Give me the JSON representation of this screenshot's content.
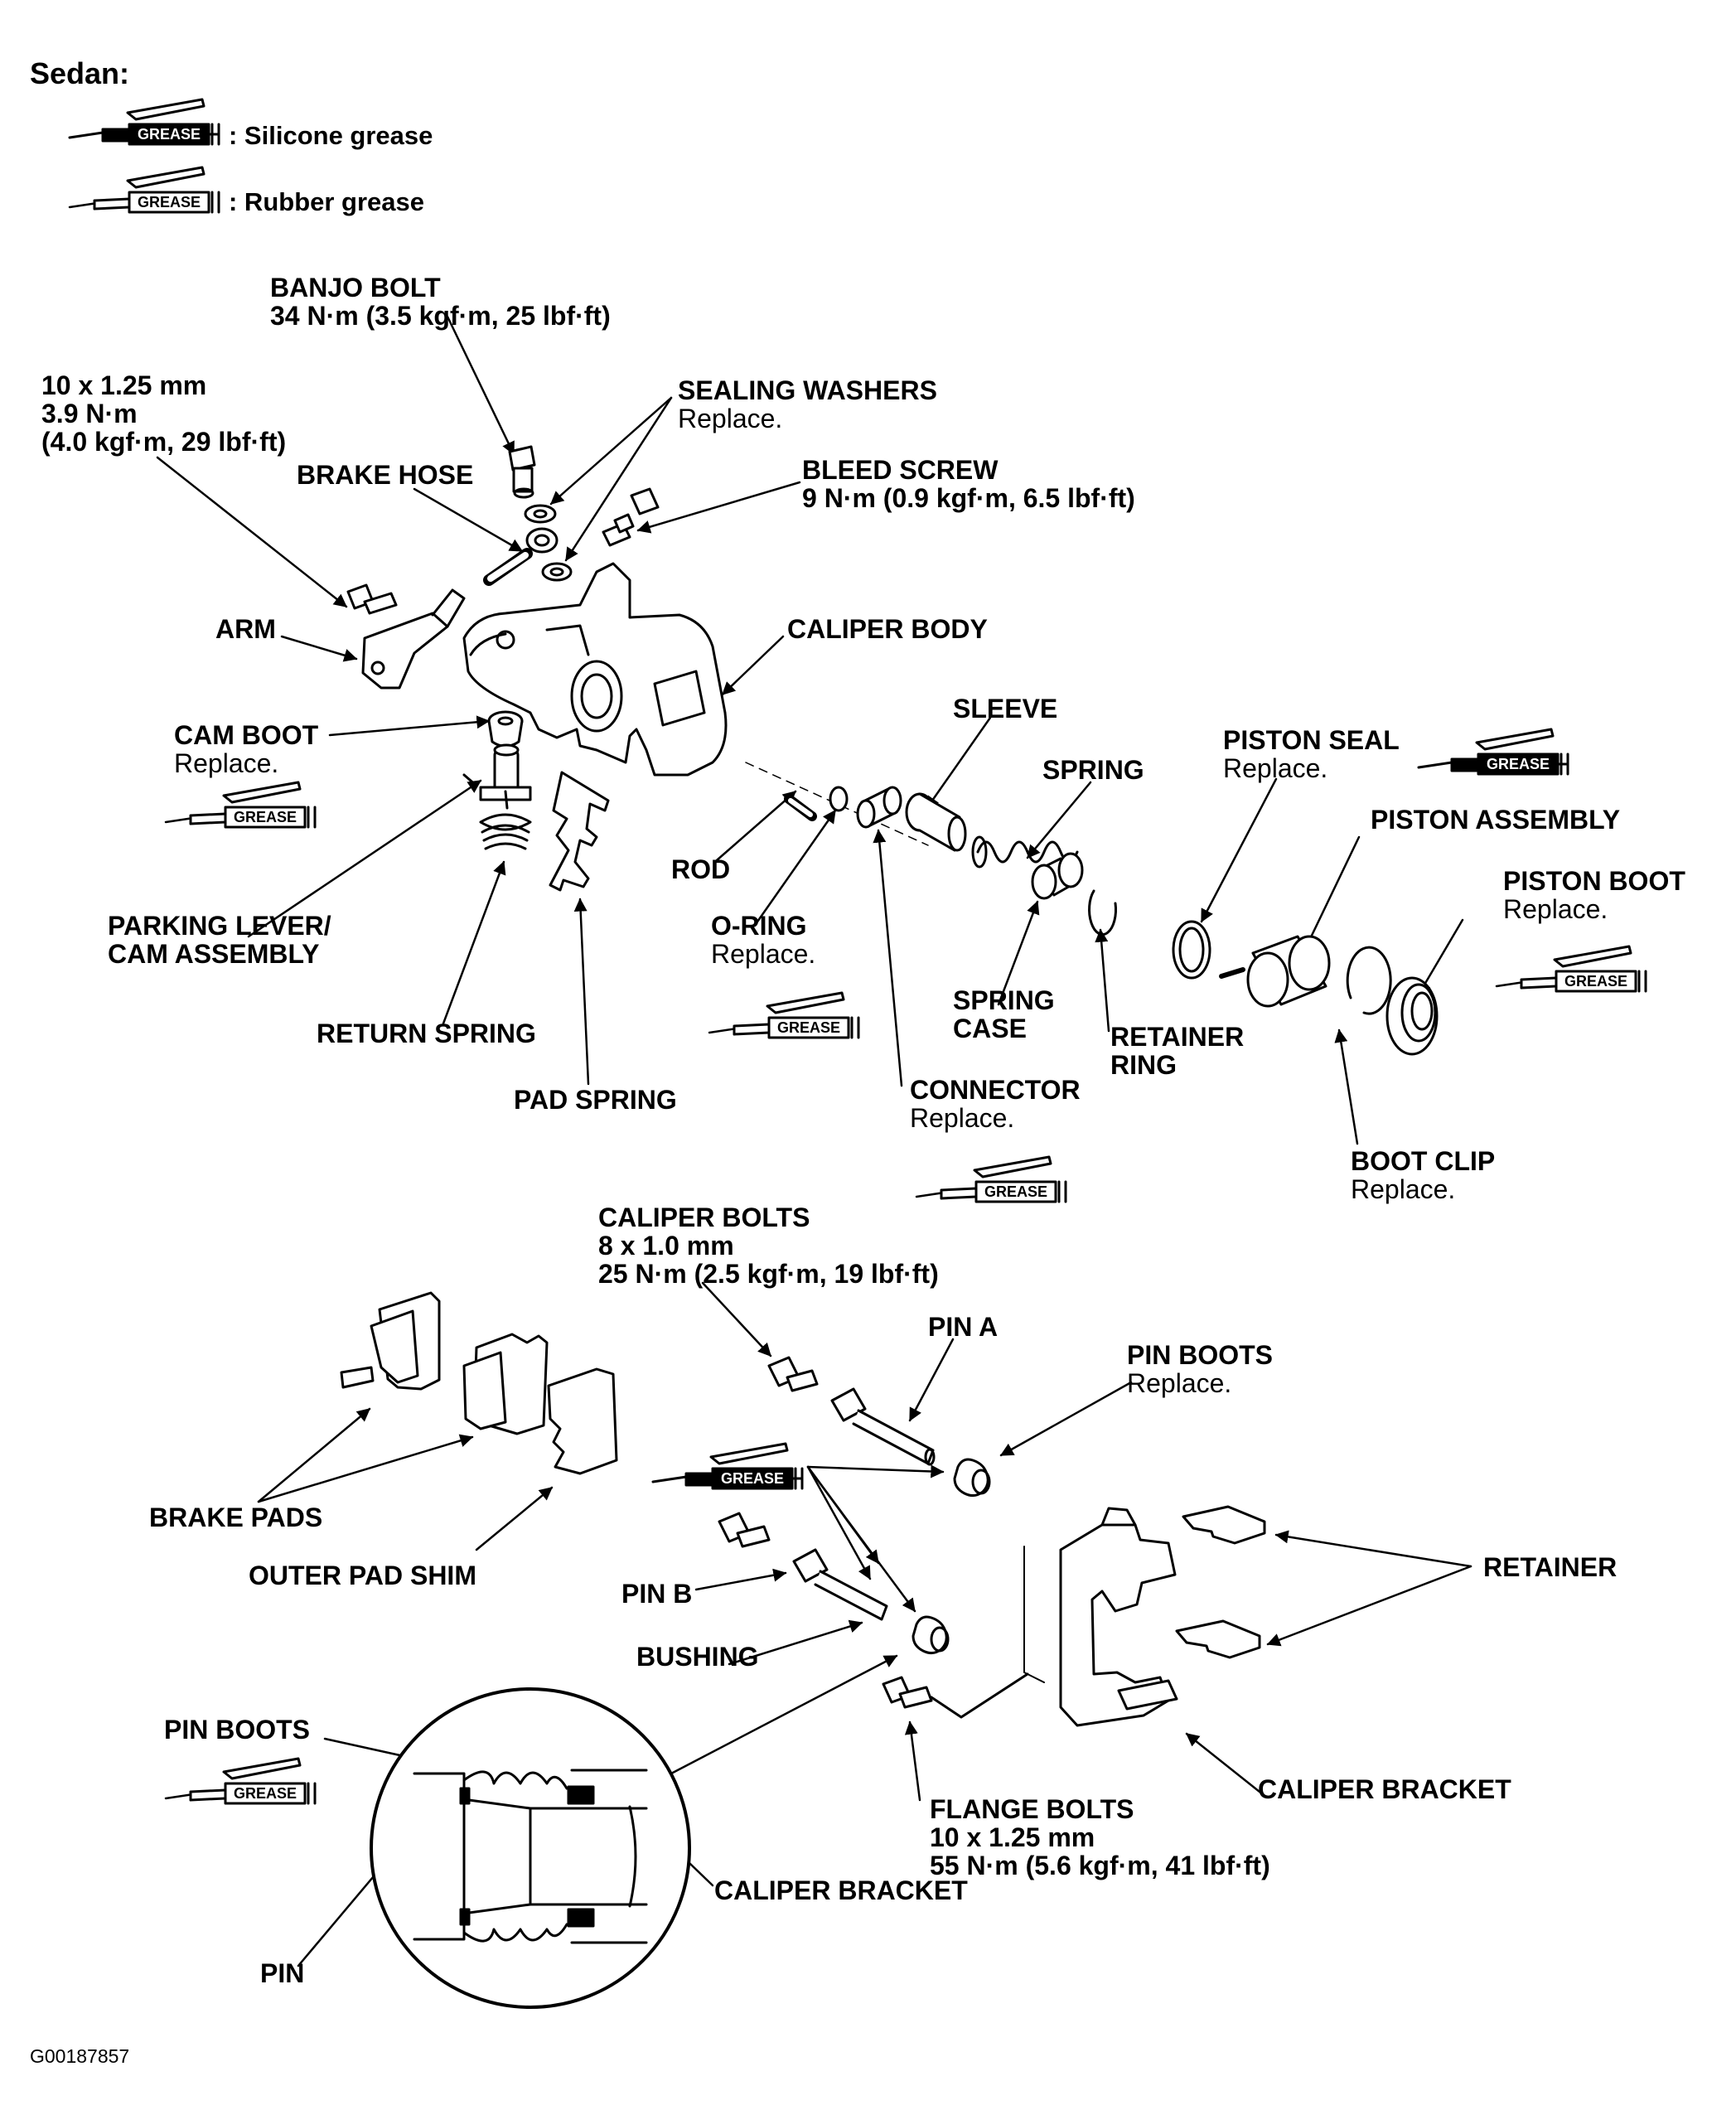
{
  "heading": "Sedan:",
  "legend": {
    "silicone": ": Silicone grease",
    "rubber": ": Rubber grease",
    "tag_text": "GREASE"
  },
  "labels": {
    "banjo_bolt": {
      "name": "BANJO BOLT",
      "spec": "34 N·m (3.5 kgf·m, 25 lbf·ft)"
    },
    "bolt_10x125_top": {
      "size": "10 x 1.25 mm",
      "torque": "3.9 N·m",
      "spec": "(4.0 kgf·m, 29 lbf·ft)"
    },
    "brake_hose": {
      "name": "BRAKE HOSE"
    },
    "sealing_washers": {
      "name": "SEALING WASHERS",
      "note": "Replace."
    },
    "bleed_screw": {
      "name": "BLEED SCREW",
      "spec": "9 N·m (0.9 kgf·m, 6.5 lbf·ft)"
    },
    "arm": {
      "name": "ARM"
    },
    "caliper_body": {
      "name": "CALIPER BODY"
    },
    "cam_boot": {
      "name": "CAM BOOT",
      "note": "Replace."
    },
    "sleeve": {
      "name": "SLEEVE"
    },
    "spring": {
      "name": "SPRING"
    },
    "piston_seal": {
      "name": "PISTON SEAL",
      "note": "Replace."
    },
    "piston_assembly": {
      "name": "PISTON ASSEMBLY"
    },
    "piston_boot": {
      "name": "PISTON BOOT",
      "note": "Replace."
    },
    "rod": {
      "name": "ROD"
    },
    "o_ring": {
      "name": "O-RING",
      "note": "Replace."
    },
    "parking_lever": {
      "line1": "PARKING LEVER/",
      "line2": "CAM ASSEMBLY"
    },
    "return_spring": {
      "name": "RETURN SPRING"
    },
    "pad_spring": {
      "name": "PAD SPRING"
    },
    "spring_case": {
      "line1": "SPRING",
      "line2": "CASE"
    },
    "retainer_ring": {
      "line1": "RETAINER",
      "line2": "RING"
    },
    "connector": {
      "name": "CONNECTOR",
      "note": "Replace."
    },
    "boot_clip": {
      "name": "BOOT CLIP",
      "note": "Replace."
    },
    "caliper_bolts": {
      "name": "CALIPER BOLTS",
      "size": "8 x 1.0 mm",
      "spec": "25 N·m (2.5 kgf·m, 19 lbf·ft)"
    },
    "pin_a": {
      "name": "PIN A"
    },
    "pin_boots_top": {
      "name": "PIN BOOTS",
      "note": "Replace."
    },
    "brake_pads": {
      "name": "BRAKE PADS"
    },
    "outer_pad_shim": {
      "name": "OUTER PAD SHIM"
    },
    "retainer": {
      "name": "RETAINER"
    },
    "pin_b": {
      "name": "PIN B"
    },
    "bushing": {
      "name": "BUSHING"
    },
    "pin_boots_detail": {
      "name": "PIN BOOTS"
    },
    "caliper_bracket_main": {
      "name": "CALIPER BRACKET"
    },
    "flange_bolts": {
      "name": "FLANGE BOLTS",
      "size": "10 x 1.25 mm",
      "spec": "55 N·m (5.6 kgf·m, 41 lbf·ft)"
    },
    "caliper_bracket_detail": {
      "name": "CALIPER BRACKET"
    },
    "pin": {
      "name": "PIN"
    }
  },
  "figure_id": "G00187857"
}
